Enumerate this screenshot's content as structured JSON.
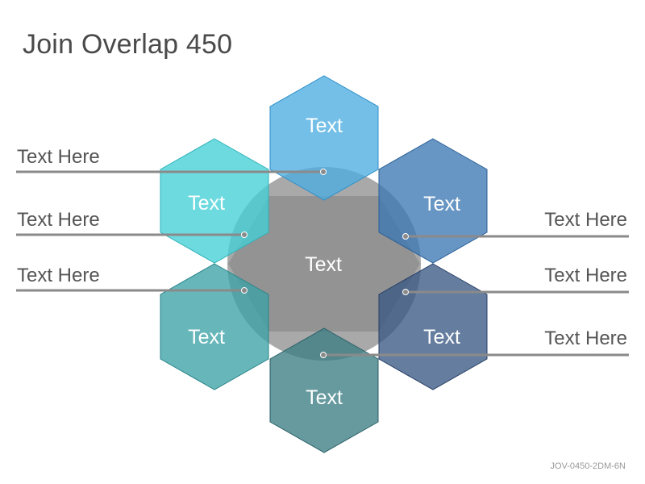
{
  "title": "Join Overlap 450",
  "footer_code": "JOV-0450-2DM-6N",
  "center": {
    "label": "Text",
    "color": "#8c8c8c"
  },
  "hexagons": [
    {
      "id": "top",
      "label": "Text",
      "color": "#4bade2",
      "stroke": "#2f8fc9"
    },
    {
      "id": "upper-left",
      "label": "Text",
      "color": "#44d0d6",
      "stroke": "#2fb2b8"
    },
    {
      "id": "upper-right",
      "label": "Text",
      "color": "#3d79b3",
      "stroke": "#2a5f95"
    },
    {
      "id": "lower-left",
      "label": "Text",
      "color": "#3ba2a6",
      "stroke": "#2a8589"
    },
    {
      "id": "lower-right",
      "label": "Text",
      "color": "#3a5884",
      "stroke": "#273f64"
    },
    {
      "id": "bottom",
      "label": "Text",
      "color": "#3b7d84",
      "stroke": "#2a5f66"
    }
  ],
  "callouts": {
    "left": [
      "Text Here",
      "Text Here",
      "Text Here"
    ],
    "right": [
      "Text Here",
      "Text Here",
      "Text Here"
    ]
  },
  "line_color": "#8a8a8a"
}
